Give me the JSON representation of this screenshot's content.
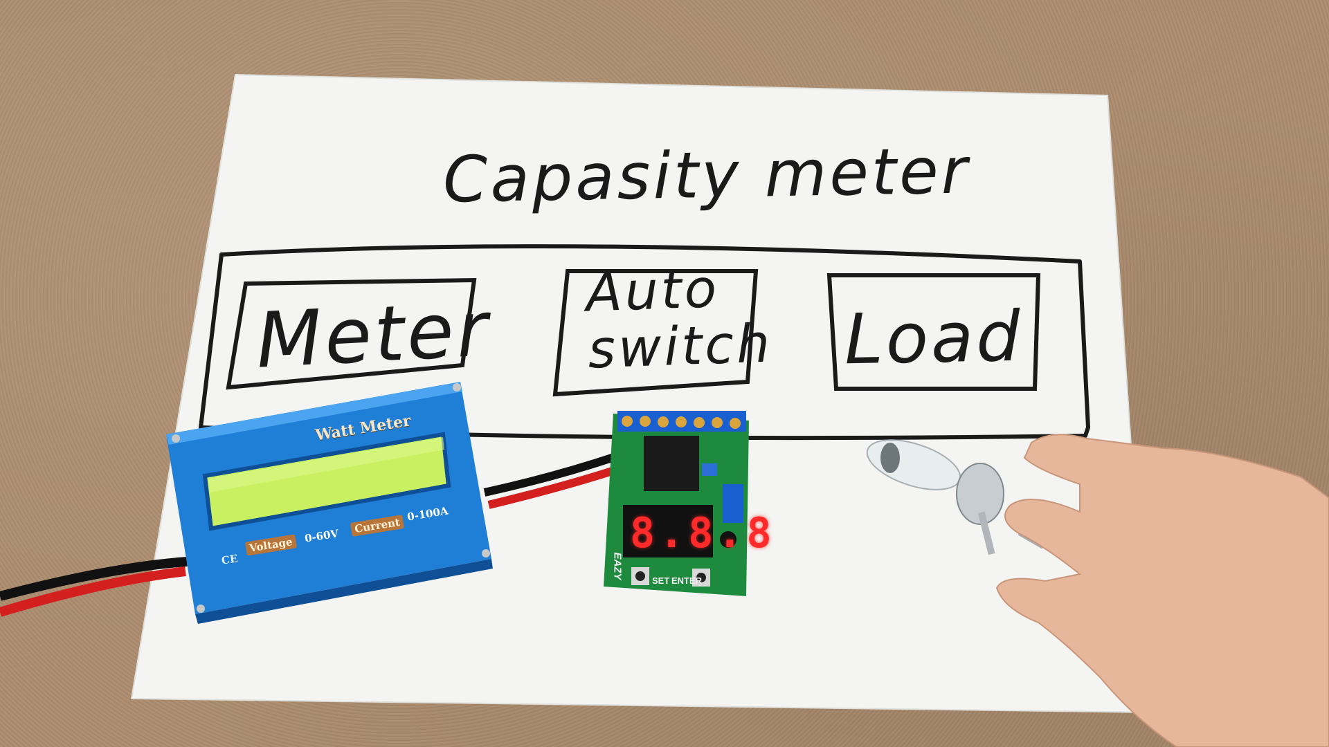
{
  "scene": {
    "title": "Capasity meter",
    "blocks": [
      "Meter",
      "Auto switch",
      "Load"
    ],
    "auto_line1": "Auto",
    "auto_line2": "switch"
  },
  "watt_meter": {
    "title": "Watt Meter",
    "voltage_label": "Voltage",
    "voltage_range": "0-60V",
    "current_label": "Current",
    "current_range": "0-100A",
    "mark": "CE"
  },
  "relay_board": {
    "display": "8.8.8",
    "brand": "EAZY",
    "set_label": "SET",
    "enter_label": "ENTER"
  },
  "colors": {
    "board": "#a8896a",
    "paper": "#f4f4f2",
    "meter_blue": "#1f7fd6",
    "lcd_green": "#c9f060",
    "pcb_green": "#1e8a3e",
    "wire_red": "#d41f1f"
  }
}
